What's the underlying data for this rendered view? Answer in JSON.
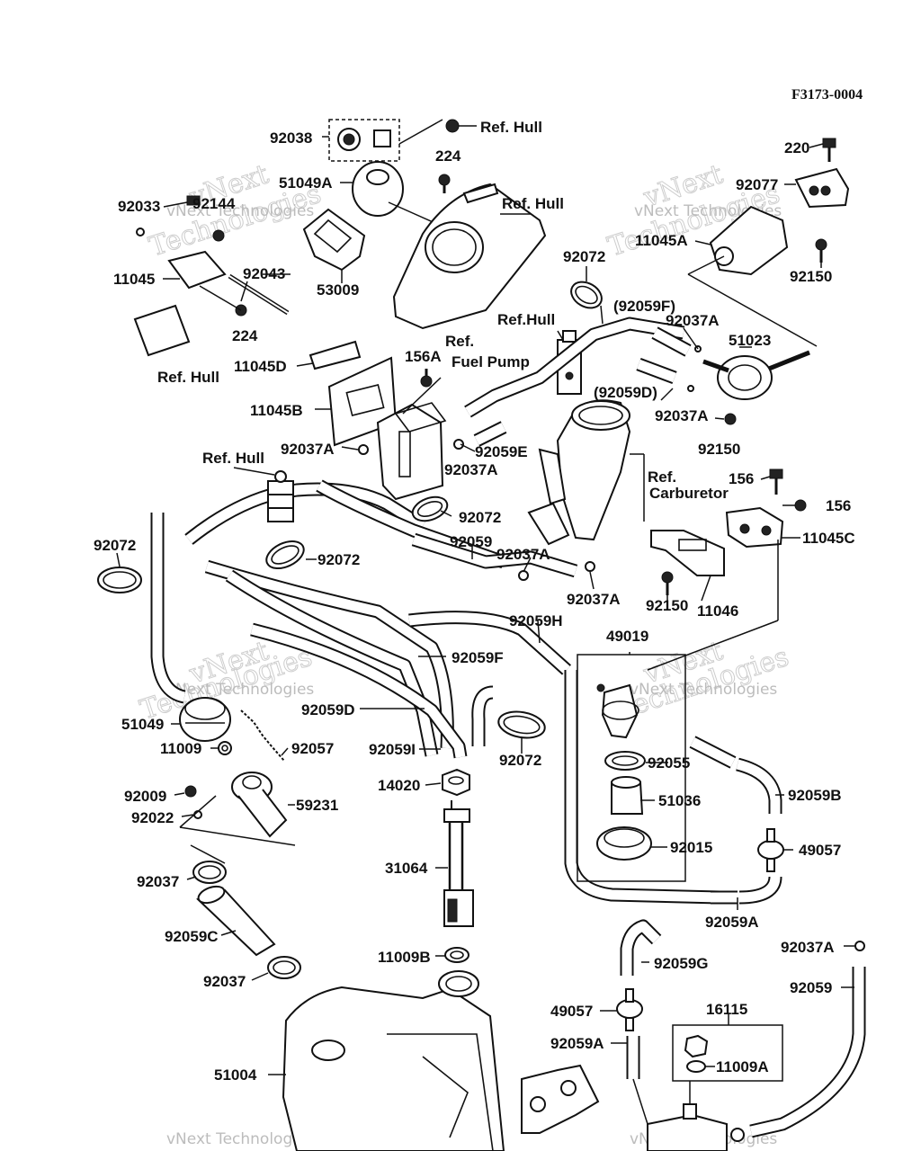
{
  "diagram_code": "F3173-0004",
  "callouts": [
    {
      "id": "92038",
      "text": "92038"
    },
    {
      "id": "ref-hull-1",
      "text": "Ref. Hull"
    },
    {
      "id": "224a",
      "text": "224"
    },
    {
      "id": "51049A",
      "text": "51049A"
    },
    {
      "id": "ref-hull-2",
      "text": "Ref. Hull"
    },
    {
      "id": "92033",
      "text": "92033"
    },
    {
      "id": "92144",
      "text": "92144"
    },
    {
      "id": "53009",
      "text": "53009"
    },
    {
      "id": "11045",
      "text": "11045"
    },
    {
      "id": "92043",
      "text": "92043"
    },
    {
      "id": "224b",
      "text": "224"
    },
    {
      "id": "ref-hull-3",
      "text": "Ref. Hull"
    },
    {
      "id": "220",
      "text": "220"
    },
    {
      "id": "92077",
      "text": "92077"
    },
    {
      "id": "11045A",
      "text": "11045A"
    },
    {
      "id": "92150a",
      "text": "92150"
    },
    {
      "id": "92072a",
      "text": "92072"
    },
    {
      "id": "92059F-p",
      "text": "(92059F)"
    },
    {
      "id": "ref-hull-4",
      "text": "Ref.Hull"
    },
    {
      "id": "92037A-1",
      "text": "92037A"
    },
    {
      "id": "51023",
      "text": "51023"
    },
    {
      "id": "ref-fuel-pump-1",
      "text": "Ref."
    },
    {
      "id": "ref-fuel-pump-2",
      "text": "Fuel Pump"
    },
    {
      "id": "11045D",
      "text": "11045D"
    },
    {
      "id": "156A",
      "text": "156A"
    },
    {
      "id": "92059D-p",
      "text": "(92059D)"
    },
    {
      "id": "92037A-2",
      "text": "92037A"
    },
    {
      "id": "11045B",
      "text": "11045B"
    },
    {
      "id": "92150b",
      "text": "92150"
    },
    {
      "id": "92037A-3",
      "text": "92037A"
    },
    {
      "id": "92059E",
      "text": "92059E"
    },
    {
      "id": "92037A-4",
      "text": "92037A"
    },
    {
      "id": "ref-hull-5",
      "text": "Ref. Hull"
    },
    {
      "id": "ref-carb-1",
      "text": "Ref."
    },
    {
      "id": "ref-carb-2",
      "text": "Carburetor"
    },
    {
      "id": "156a",
      "text": "156"
    },
    {
      "id": "156b",
      "text": "156"
    },
    {
      "id": "11045C",
      "text": "11045C"
    },
    {
      "id": "92072b",
      "text": "92072"
    },
    {
      "id": "92072c",
      "text": "92072"
    },
    {
      "id": "92059",
      "text": "92059"
    },
    {
      "id": "92037A-5",
      "text": "92037A"
    },
    {
      "id": "92072d",
      "text": "92072"
    },
    {
      "id": "92150c",
      "text": "92150"
    },
    {
      "id": "11046",
      "text": "11046"
    },
    {
      "id": "92037A-6",
      "text": "92037A"
    },
    {
      "id": "92059H",
      "text": "92059H"
    },
    {
      "id": "49019",
      "text": "49019"
    },
    {
      "id": "92059F",
      "text": "92059F"
    },
    {
      "id": "51049",
      "text": "51049"
    },
    {
      "id": "92059D",
      "text": "92059D"
    },
    {
      "id": "11009",
      "text": "11009"
    },
    {
      "id": "92057",
      "text": "92057"
    },
    {
      "id": "92059I",
      "text": "92059I"
    },
    {
      "id": "92072e",
      "text": "92072"
    },
    {
      "id": "92055",
      "text": "92055"
    },
    {
      "id": "14020",
      "text": "14020"
    },
    {
      "id": "92009",
      "text": "92009"
    },
    {
      "id": "59231",
      "text": "59231"
    },
    {
      "id": "51036",
      "text": "51036"
    },
    {
      "id": "92059B",
      "text": "92059B"
    },
    {
      "id": "92022",
      "text": "92022"
    },
    {
      "id": "92015",
      "text": "92015"
    },
    {
      "id": "49057a",
      "text": "49057"
    },
    {
      "id": "31064",
      "text": "31064"
    },
    {
      "id": "92037a",
      "text": "92037"
    },
    {
      "id": "92059A",
      "text": "92059A"
    },
    {
      "id": "92059C",
      "text": "92059C"
    },
    {
      "id": "92037A-7",
      "text": "92037A"
    },
    {
      "id": "92059G",
      "text": "92059G"
    },
    {
      "id": "11009B",
      "text": "11009B"
    },
    {
      "id": "92037b",
      "text": "92037"
    },
    {
      "id": "92059b",
      "text": "92059"
    },
    {
      "id": "49057b",
      "text": "49057"
    },
    {
      "id": "16115",
      "text": "16115"
    },
    {
      "id": "92059A-2",
      "text": "92059A"
    },
    {
      "id": "11009A",
      "text": "11009A"
    },
    {
      "id": "51004",
      "text": "51004"
    }
  ],
  "watermark": {
    "line1": "vNext",
    "line2": "Technologies",
    "small": "vNext Technologies"
  }
}
